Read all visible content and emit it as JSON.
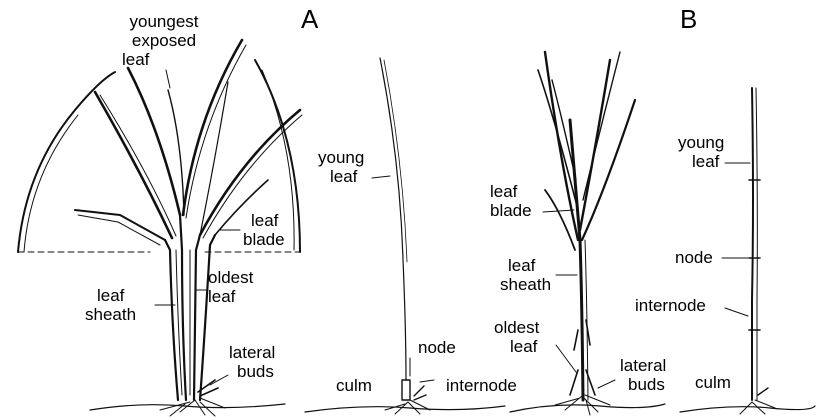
{
  "panels": {
    "a": {
      "letter": "A"
    },
    "b": {
      "letter": "B"
    }
  },
  "labels": {
    "youngest_exposed_leaf": [
      "youngest",
      "exposed",
      "leaf"
    ],
    "leaf_blade_a": [
      "leaf",
      "blade"
    ],
    "oldest_leaf_a": [
      "oldest",
      "leaf"
    ],
    "leaf_sheath_a": [
      "leaf",
      "sheath"
    ],
    "lateral_buds_a": [
      "lateral",
      "buds"
    ],
    "young_leaf_a": [
      "young",
      "leaf"
    ],
    "node_a": "node",
    "culm_a": "culm",
    "internode_a": "internode",
    "leaf_blade_b": [
      "leaf",
      "blade"
    ],
    "leaf_sheath_b": [
      "leaf",
      "sheath"
    ],
    "oldest_leaf_b": [
      "oldest",
      "leaf"
    ],
    "lateral_buds_b": [
      "lateral",
      "buds"
    ],
    "young_leaf_b": [
      "young",
      "leaf"
    ],
    "node_b": "node",
    "internode_b": "internode",
    "culm_b": "culm"
  }
}
